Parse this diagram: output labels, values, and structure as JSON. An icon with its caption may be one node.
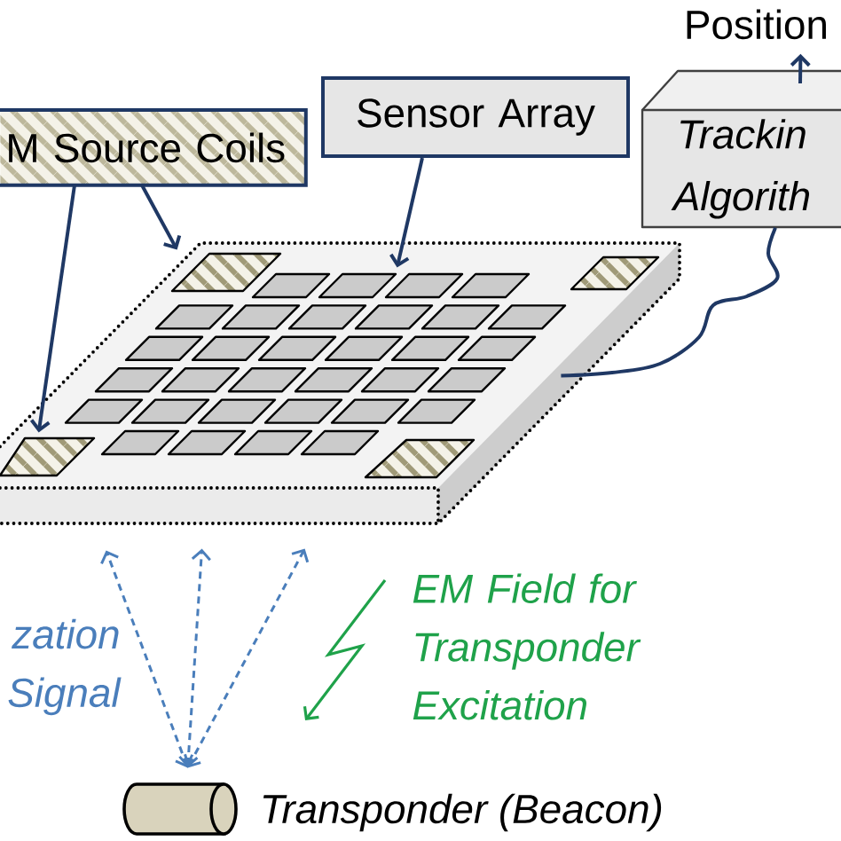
{
  "diagram": {
    "nodes": [
      {
        "text": [
          "M Source Coils"
        ]
      },
      {
        "text": [
          "Sensor Array"
        ]
      },
      {
        "text": [
          "Trackin Algorith"
        ]
      },
      {
        "text": [
          "Position"
        ]
      },
      {
        "text": [],
        "shape": "box"
      },
      {
        "text": [],
        "shape": "box",
        "in": 4
      },
      {
        "text": [],
        "shape": "box",
        "in": 4
      },
      {
        "text": [],
        "shape": "box",
        "in": 4
      },
      {
        "text": [],
        "shape": "cylinder",
        "beside": [
          "Transponder (Beacon)"
        ]
      },
      {
        "text": [],
        "shape": "box",
        "in": 4
      },
      {
        "text": [],
        "shape": "box",
        "in": 4
      }
    ],
    "edges": [
      {
        "from": 0,
        "to": 6,
        "arrow": "to"
      },
      {
        "from": 0,
        "to": 5,
        "arrow": "to"
      },
      {
        "from": 1,
        "to": 7,
        "arrow": "to"
      },
      {
        "from": 2,
        "to": 3,
        "arrow": "to"
      },
      {
        "from": 2,
        "to": 4,
        "arrow": "none"
      },
      {
        "from": 8,
        "to": 4,
        "arrow": "both",
        "style": "dashed",
        "color": "#4a7ebb"
      },
      {
        "from": 8,
        "to": 4,
        "arrow": "both",
        "style": "dashed",
        "color": "#4a7ebb"
      },
      {
        "from": 8,
        "to": 4,
        "arrow": "both",
        "style": "dashed",
        "color": "#4a7ebb"
      }
    ],
    "labels": [
      "zation Signal",
      "EM Field for Transponder Excitation"
    ]
  }
}
